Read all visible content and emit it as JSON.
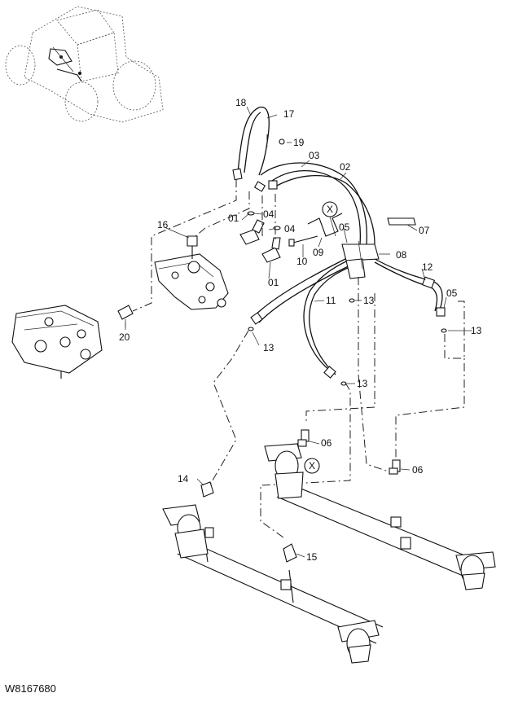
{
  "drawing_code": "W8167680",
  "callouts": {
    "c17": "17",
    "c18": "18",
    "c19": "19",
    "c03": "03",
    "c02": "02",
    "cX_top": "X",
    "cX_bottom": "X",
    "c16": "16",
    "c01a": "01",
    "c04a": "04",
    "c04b": "04",
    "c01b": "01",
    "c07": "07",
    "c05a": "05",
    "c09": "09",
    "c10": "10",
    "c08": "08",
    "c12": "12",
    "c05b": "05",
    "c11": "11",
    "c13a": "13",
    "c13b": "13",
    "c13c": "13",
    "c13d": "13",
    "c20": "20",
    "c06a": "06",
    "c06b": "06",
    "c14": "14",
    "c15": "15"
  }
}
